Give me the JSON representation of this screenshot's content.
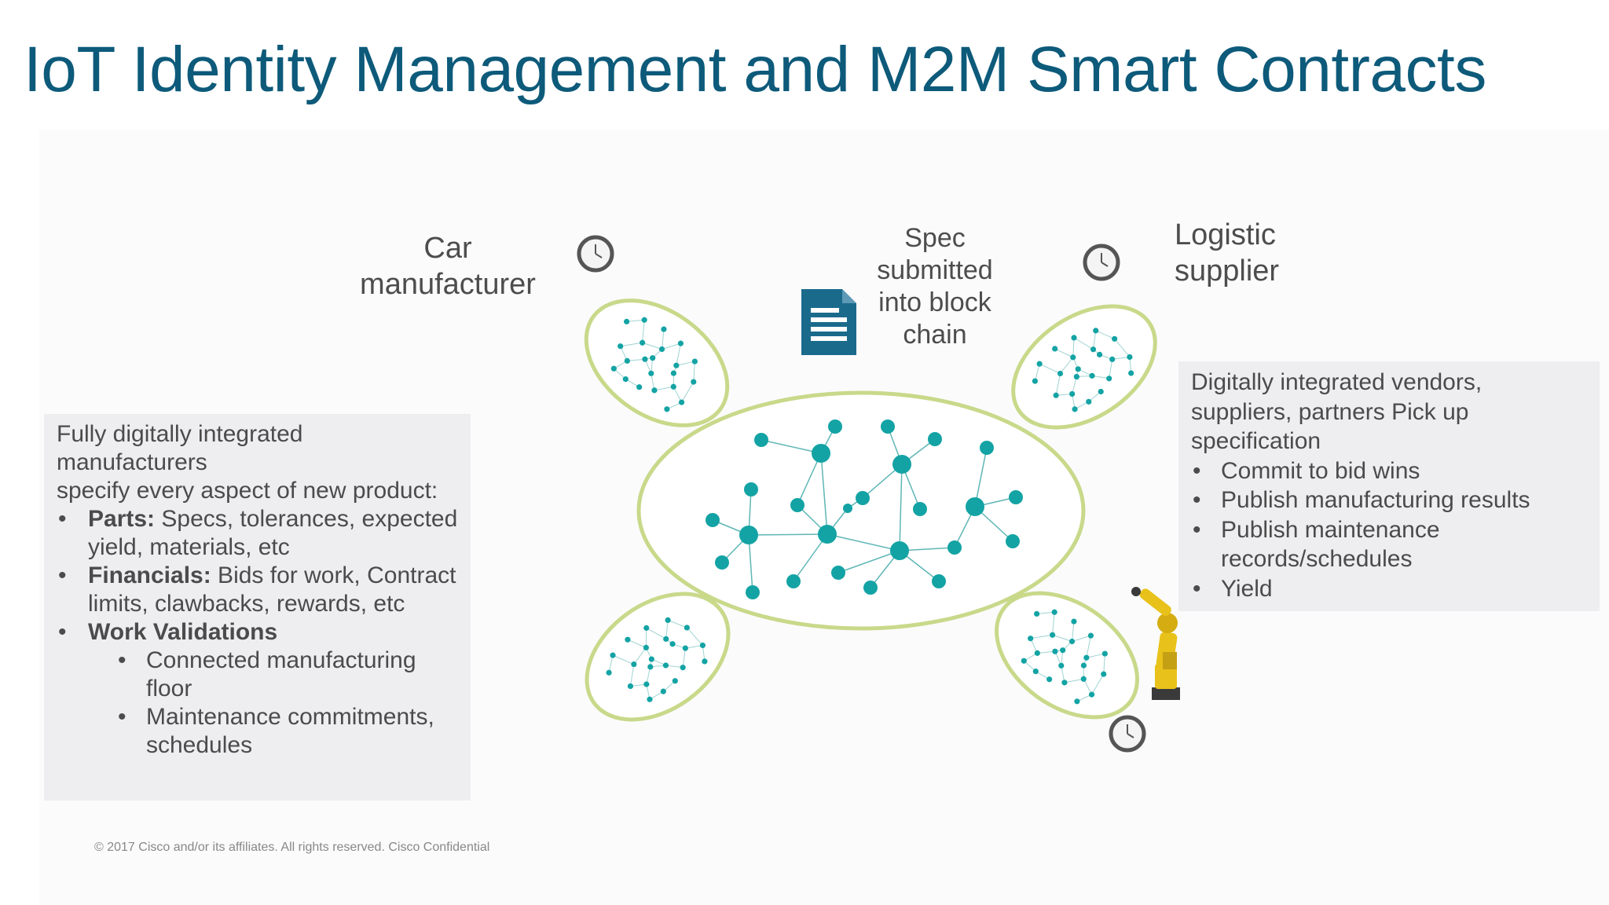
{
  "title": "IoT Identity Management and M2M Smart Contracts",
  "labels": {
    "car_line1": "Car",
    "car_line2": "manufacturer",
    "spec_line1": "Spec",
    "spec_line2": "submitted",
    "spec_line3": "into block",
    "spec_line4": "chain",
    "logistic_line1": "Logistic",
    "logistic_line2": "supplier"
  },
  "left_panel": {
    "intro_line1": "Fully digitally integrated manufacturers",
    "intro_line2": "specify every aspect of new product:",
    "items": [
      {
        "bold": "Parts:",
        "text_line1": " Specs, tolerances, expected",
        "text_line2": "yield, materials, etc"
      },
      {
        "bold": "Financials:",
        "text_line1": " Bids for work, Contract",
        "text_line2": "limits, clawbacks, rewards, etc"
      },
      {
        "bold": "Work Validations"
      }
    ],
    "sub_items": [
      {
        "line1": "Connected manufacturing",
        "line2": "floor"
      },
      {
        "line1": "Maintenance commitments,",
        "line2": "schedules"
      }
    ]
  },
  "right_panel": {
    "intro_line1": "Digitally integrated vendors,",
    "intro_line2": "suppliers, partners Pick up",
    "intro_line3": "specification",
    "items": [
      {
        "line1": "Commit to bid wins"
      },
      {
        "line1": "Publish manufacturing results"
      },
      {
        "line1": "Publish maintenance",
        "line2": "records/schedules"
      },
      {
        "line1": "Yield"
      }
    ]
  },
  "footer": "© 2017  Cisco and/or its affiliates. All rights reserved.   Cisco Confidential",
  "icons": [
    "clock-icon",
    "clock-icon",
    "clock-icon",
    "document-icon",
    "robot-arm-icon"
  ],
  "colors": {
    "title": "#0d5a7a",
    "node": "#14a3a4",
    "ellipse_stroke": "#c8d98a",
    "document": "#1a6a8c",
    "robot": "#e8c21a"
  }
}
